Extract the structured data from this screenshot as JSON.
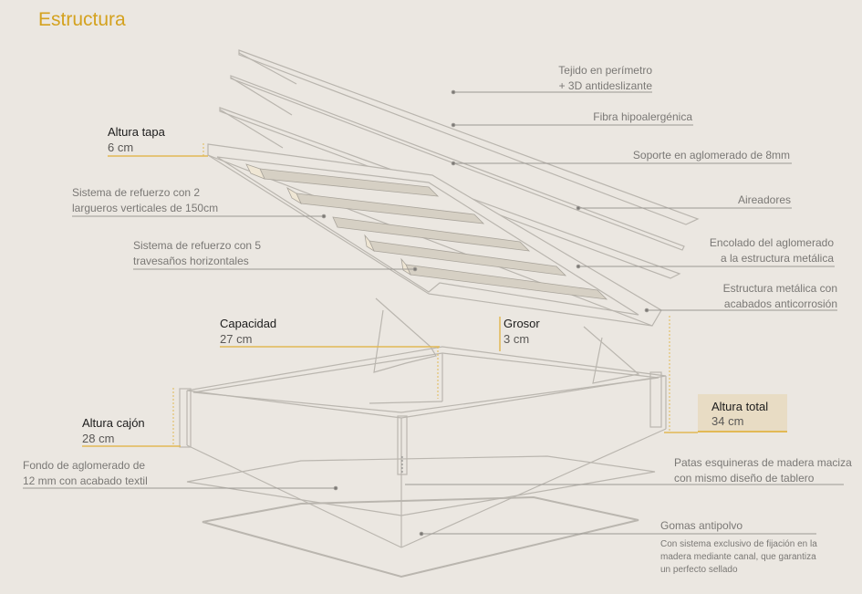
{
  "title": "Estructura",
  "accent_color": "#d4a21f",
  "callouts": {
    "tejido": {
      "line1": "Tejido en perímetro",
      "line2": "+ 3D antideslizante"
    },
    "fibra": {
      "line1": "Fibra hipoalergénica"
    },
    "soporte": {
      "line1": "Soporte en aglomerado de 8mm"
    },
    "aireadores": {
      "line1": "Aireadores"
    },
    "encolado": {
      "line1": "Encolado del aglomerado",
      "line2": "a la estructura metálica"
    },
    "estructura": {
      "line1": "Estructura metálica con",
      "line2": "acabados anticorrosión"
    },
    "largueros": {
      "line1": "Sistema de refuerzo con 2",
      "line2": "largueros verticales de 150cm"
    },
    "travesanos": {
      "line1": "Sistema de refuerzo con 5",
      "line2": "travesaños horizontales"
    },
    "fondo": {
      "line1": "Fondo de aglomerado de",
      "line2": "12 mm con acabado textil"
    },
    "patas": {
      "line1": "Patas esquineras de madera maciza",
      "line2": "con mismo diseño de tablero"
    },
    "gomas": {
      "line1": "Gomas antipolvo",
      "desc1": "Con sistema exclusivo de fijación en la",
      "desc2": "madera mediante canal, que garantiza",
      "desc3": "un perfecto sellado"
    }
  },
  "measures": {
    "altura_tapa": {
      "label": "Altura tapa",
      "value": "6 cm"
    },
    "capacidad": {
      "label": "Capacidad",
      "value": "27 cm"
    },
    "grosor": {
      "label": "Grosor",
      "value": "3 cm"
    },
    "altura_cajon": {
      "label": "Altura cajón",
      "value": "28 cm"
    },
    "altura_total": {
      "label": "Altura total",
      "value": "34 cm"
    }
  }
}
